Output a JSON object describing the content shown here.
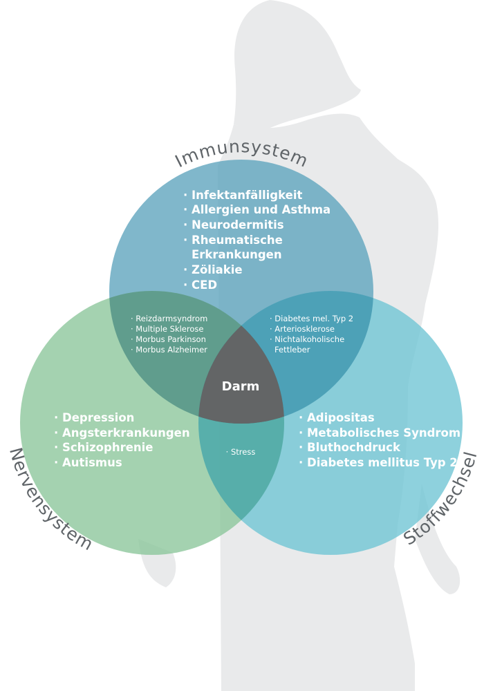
{
  "diagram": {
    "circles": {
      "immune": {
        "label": "Immunsystem",
        "color": "#5ca3bd",
        "items": [
          "· Infektanfälligkeit",
          "· Allergien und Asthma",
          "· Neurodermitis",
          "· Rheumatische",
          "Erkrankungen",
          "· Zöliakie",
          "· CED"
        ]
      },
      "nerve": {
        "label": "Nervensystem",
        "color": "#8ac59a",
        "items": [
          "· Depression",
          "· Angsterkrankungen",
          "· Schizophrenie",
          "· Autismus"
        ]
      },
      "metabolism": {
        "label": "Stoffwechsel",
        "color": "#6ec4d4",
        "items": [
          "· Adipositas",
          "· Metabolisches Syndrom",
          "· Bluthochdruck",
          "· Diabetes mellitus Typ 2"
        ]
      }
    },
    "overlaps": {
      "immune_nerve": [
        "· Reizdarmsyndrom",
        "· Multiple Sklerose",
        "· Morbus Parkinson",
        "· Morbus Alzheimer"
      ],
      "immune_metabolism": [
        "· Diabetes mel. Typ 2",
        "· Arteriosklerose",
        "· Nichtalkoholische",
        "Fettleber"
      ],
      "nerve_metabolism": [
        "· Stress"
      ]
    },
    "center": {
      "label": "Darm",
      "color": "#636566"
    },
    "silhouette_color": "#e9eaeb"
  }
}
